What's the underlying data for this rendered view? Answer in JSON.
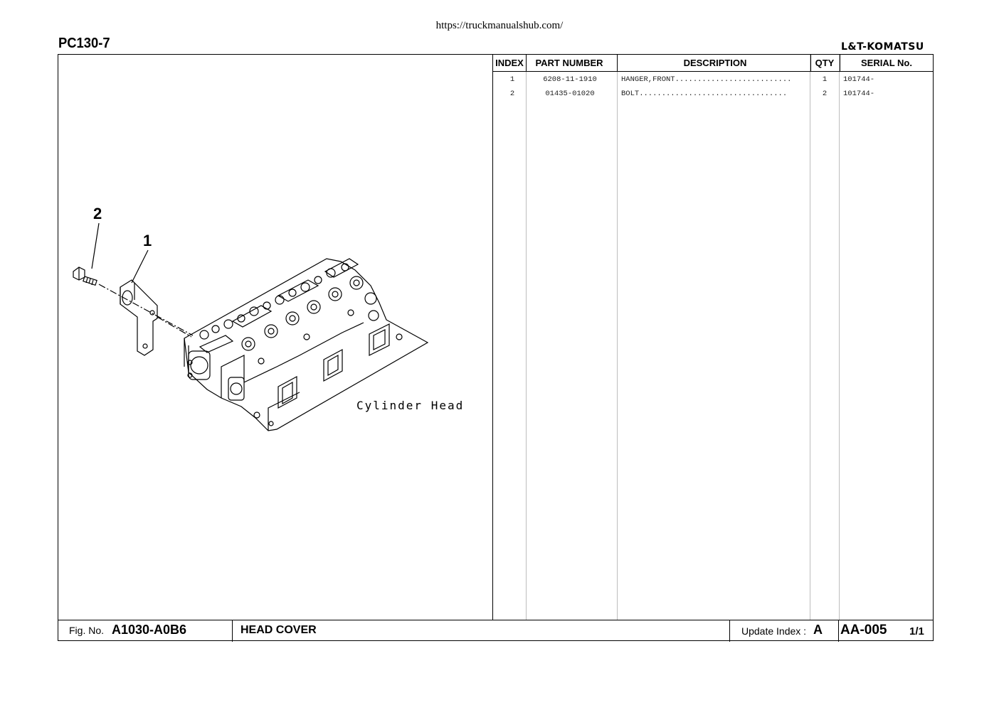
{
  "header": {
    "url": "https://truckmanualshub.com/",
    "model": "PC130-7",
    "brand": "L&T-KOMATSU"
  },
  "illustration": {
    "callouts": [
      "2",
      "1"
    ],
    "component_label": "Cylinder Head"
  },
  "parts_table": {
    "columns": [
      "INDEX",
      "PART NUMBER",
      "DESCRIPTION",
      "QTY",
      "SERIAL No."
    ],
    "rows": [
      {
        "index": "1",
        "part_number": "6208-11-1910",
        "description": "HANGER,FRONT..........................",
        "qty": "1",
        "serial": "101744-"
      },
      {
        "index": "2",
        "part_number": "01435-01020",
        "description": "BOLT.................................",
        "qty": "2",
        "serial": "101744-"
      }
    ]
  },
  "footer": {
    "fig_label": "Fig. No.",
    "fig_no": "A1030-A0B6",
    "title": "HEAD COVER",
    "update_label": "Update Index :",
    "update_value": "A",
    "page_id": "AA-005",
    "page_num": "1/1"
  }
}
